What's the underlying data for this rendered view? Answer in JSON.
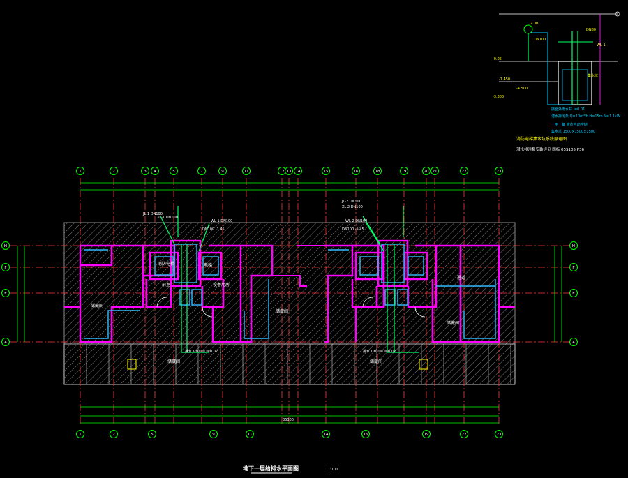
{
  "drawing": {
    "title": "地下一层给排水平面图",
    "scale": "1:100",
    "colors": {
      "background": "#000000",
      "axis_line": "#ff3b3b",
      "axis_bubble": "#00ff00",
      "dimension": "#00ff00",
      "wall": "#ff00ff",
      "wall_inner": "#33bbff",
      "pipe": "#00ff66",
      "annotation": "#ffff00",
      "hatch": "#9a9a9a"
    },
    "top_axes": [
      "1",
      "2",
      "3",
      "4",
      "5",
      "7",
      "9",
      "11",
      "12",
      "13",
      "14",
      "15",
      "16",
      "18",
      "19",
      "20",
      "21",
      "22",
      "23"
    ],
    "bottom_axes": [
      "1",
      "2",
      "5",
      "9",
      "11",
      "14",
      "16",
      "19",
      "22",
      "23"
    ],
    "side_axes": [
      "H",
      "F",
      "E",
      "A"
    ],
    "overall_dimension": "35300",
    "rooms": [
      {
        "label": "储藏间"
      },
      {
        "label": "储藏间"
      },
      {
        "label": "储藏间"
      },
      {
        "label": "储藏间"
      },
      {
        "label": "储藏间"
      },
      {
        "label": "消防电梯"
      },
      {
        "label": "电梯"
      },
      {
        "label": "前室"
      },
      {
        "label": "设备用房"
      },
      {
        "label": "通道"
      }
    ],
    "pipe_notes": [
      "JL-1 DN100",
      "XL-1 DN100",
      "WL-1 DN100",
      "DN100 -1.45",
      "JL-2 DN100",
      "XL-2 DN100",
      "WL-2 DN100",
      "DN100 -1.45",
      "排水 DN100 i=0.02",
      "排水 DN100 i=0.02"
    ],
    "detail": {
      "title": "消防电梯集水坑系统原理图",
      "subtitle": "潜水排污泵安装详见 国标 05S105 P36",
      "labels": [
        "-0.05",
        "-1.450",
        "-3.300",
        "-4.500",
        "DN100",
        "DN80",
        "WL-1",
        "集水坑",
        "2.00"
      ],
      "annotations": [
        "接室外雨水井 i=0.01",
        "潜水排污泵 Q=10m³/h H=15m N=1.1kW",
        "一用一备 液位自动控制",
        "集水坑 1500×1500×1500"
      ]
    }
  }
}
